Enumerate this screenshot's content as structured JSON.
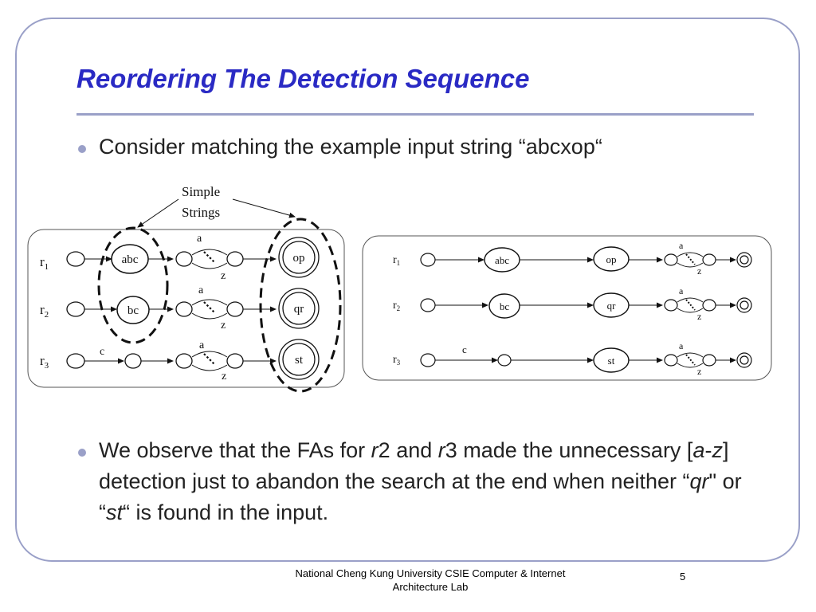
{
  "slide": {
    "title": "Reordering The Detection Sequence",
    "bullets": {
      "b1": "Consider matching the example input string “abcxop“",
      "b2_pre": "We observe that the FAs for ",
      "b2_r": "r",
      "b2_two": "2 and ",
      "b2_three": "3 made the unnecessary [",
      "b2_a": "a",
      "b2_dash": "-",
      "b2_z": "z",
      "b2_mid": "] detection just to abandon the search at the end when neither “",
      "b2_qr": "qr",
      "b2_or": "\" or “",
      "b2_st": "st",
      "b2_end": "“ is found in the input."
    },
    "footer": {
      "line1": "National Cheng Kung University CSIE Computer & Internet",
      "line2": "Architecture Lab",
      "page": "5"
    }
  },
  "diagram": {
    "annotation": [
      "Simple",
      "Strings"
    ],
    "row_labels": [
      "r",
      "r",
      "r"
    ],
    "row_subscripts": [
      "1",
      "2",
      "3"
    ],
    "range_start": "a",
    "range_end": "z",
    "left": {
      "first_nodes": [
        "abc",
        "bc",
        ""
      ],
      "row3_edge_label": "c",
      "last_nodes": [
        "op",
        "qr",
        "st"
      ]
    },
    "right": {
      "first_nodes": [
        "abc",
        "bc",
        ""
      ],
      "row3_edge_label": "c",
      "mid_nodes": [
        "op",
        "qr",
        "st"
      ]
    }
  }
}
